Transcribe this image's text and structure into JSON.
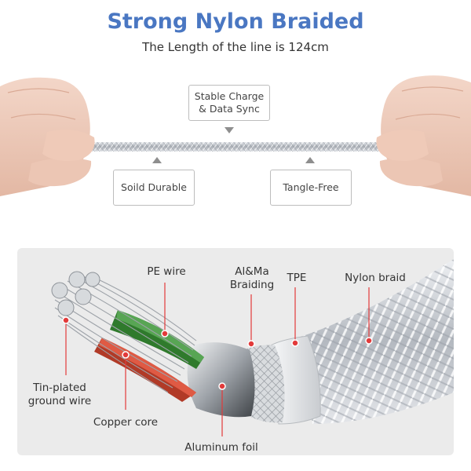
{
  "header": {
    "title": "Strong Nylon Braided",
    "subtitle": "The Length of the line is 124cm"
  },
  "callouts": {
    "stable_line1": "Stable Charge",
    "stable_line2": "& Data Sync",
    "solid": "Soild Durable",
    "tangle": "Tangle-Free"
  },
  "layers": {
    "pe_wire": "PE wire",
    "braiding_line1": "Al&Ma",
    "braiding_line2": "Braiding",
    "tpe": "TPE",
    "nylon_braid": "Nylon braid",
    "ground_line1": "Tin-plated",
    "ground_line2": "ground wire",
    "copper_core": "Copper core",
    "aluminum_foil": "Aluminum foil"
  },
  "colors": {
    "title": "#4a77c2",
    "marker": "#e23a3a",
    "cable": "#c9ccd1",
    "green_wire": "#3d8a3a",
    "red_wire": "#c8412d"
  }
}
